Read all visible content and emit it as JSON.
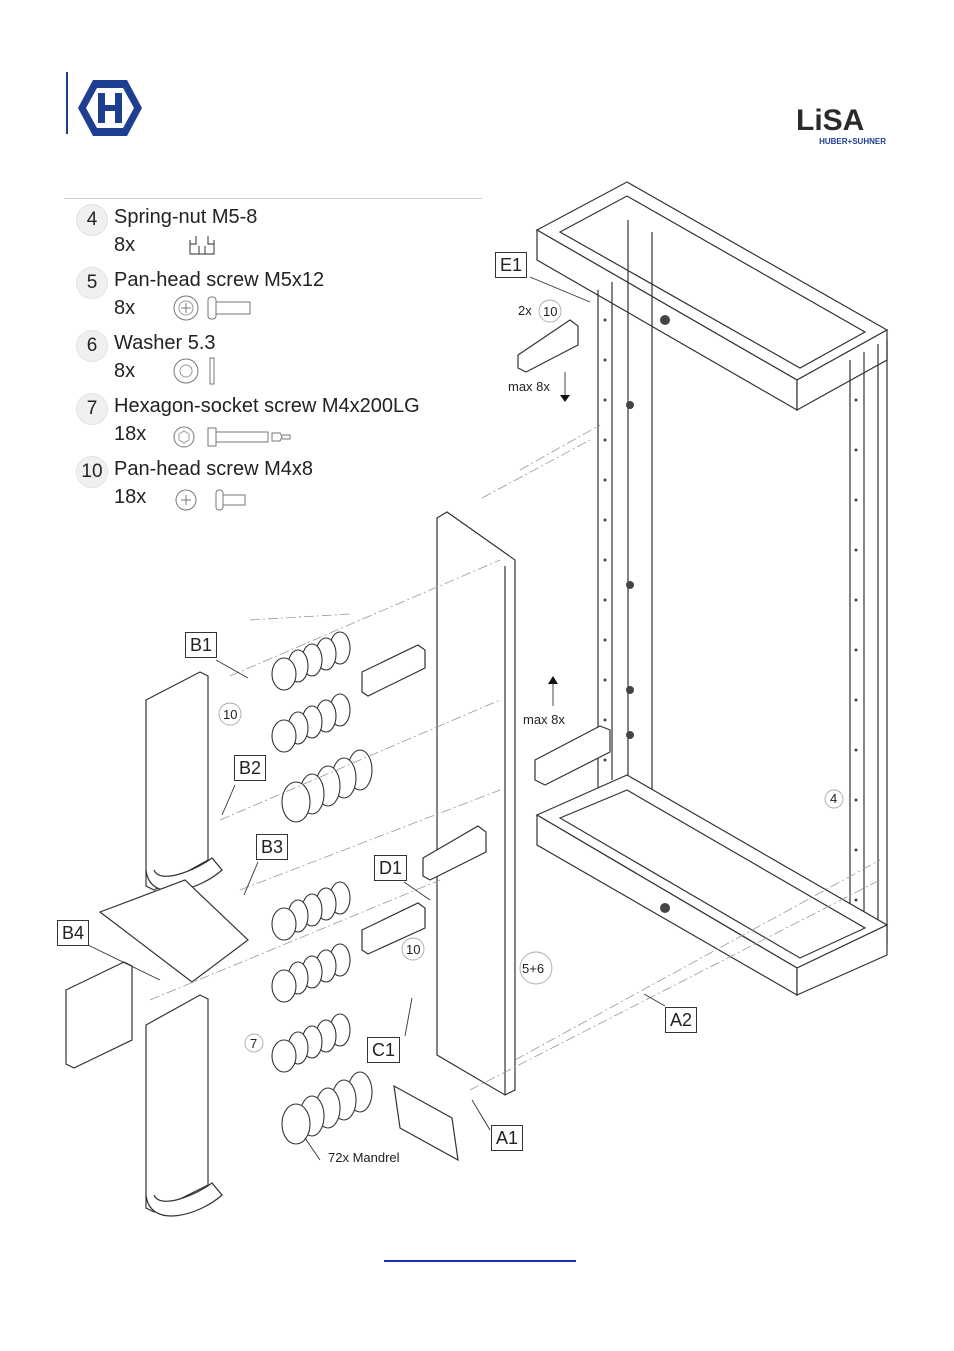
{
  "header": {
    "logo_left": "H",
    "logo_right_main": "LiSA",
    "logo_right_sub": "HUBER+SUHNER"
  },
  "parts": [
    {
      "number": "4",
      "name": "Spring-nut M5-8",
      "qty": "8x",
      "icon": "spring-nut-icon"
    },
    {
      "number": "5",
      "name": "Pan-head screw M5x12",
      "qty": "8x",
      "icon": "pan-head-screw-icon"
    },
    {
      "number": "6",
      "name": "Washer 5.3",
      "qty": "8x",
      "icon": "washer-icon"
    },
    {
      "number": "7",
      "name": "Hexagon-socket screw M4x200LG",
      "qty": "18x",
      "icon": "hex-socket-screw-icon"
    },
    {
      "number": "10",
      "name": "Pan-head screw M4x8",
      "qty": "18x",
      "icon": "pan-head-screw-small-icon"
    }
  ],
  "diagram": {
    "labels": {
      "E1": "E1",
      "B1": "B1",
      "B2": "B2",
      "B3": "B3",
      "B4": "B4",
      "D1": "D1",
      "C1": "C1",
      "A1": "A1",
      "A2": "A2"
    },
    "annotations": {
      "qty_e1": "2x",
      "ref_10_e1": "10",
      "max_top": "max 8x",
      "max_mid": "max 8x",
      "ref_4": "4",
      "ref_10_b1": "10",
      "ref_10_d1": "10",
      "ref_56": "5+6",
      "ref_7": "7",
      "mandrel": "72x Mandrel"
    }
  }
}
